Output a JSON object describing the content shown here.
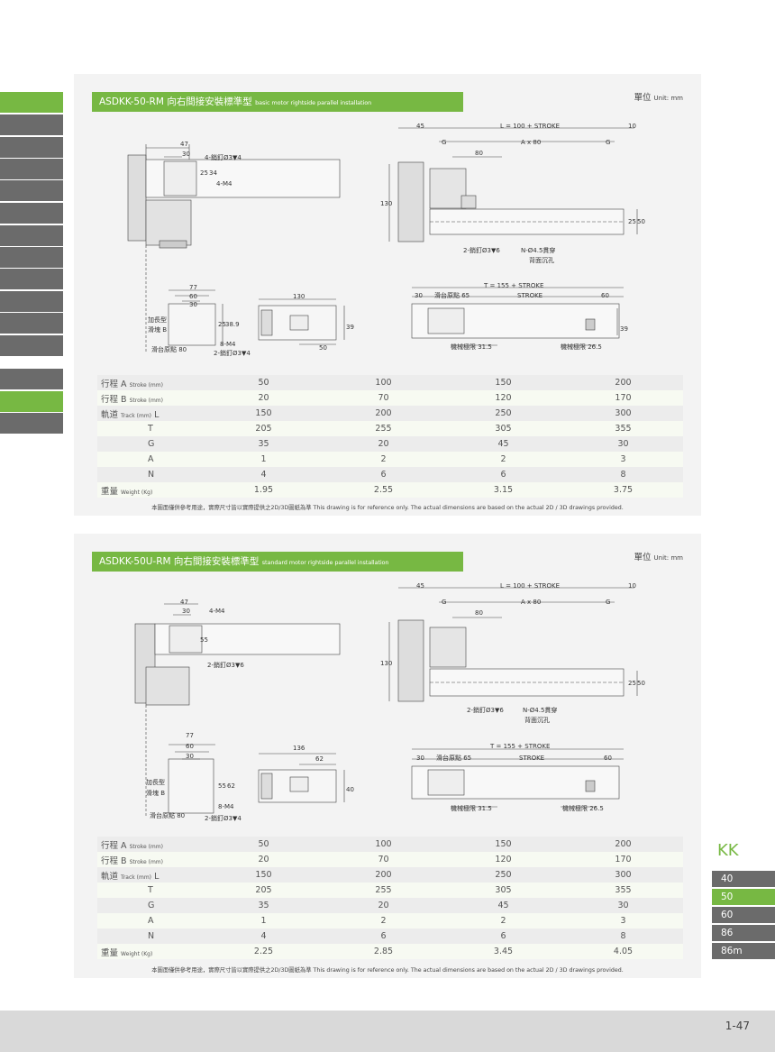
{
  "colors": {
    "accent": "#77b843",
    "tab_gray": "#6b6b6b",
    "panel_bg": "#f3f3f3"
  },
  "note": "本圖面僅供參考用途，實際尺寸皆以實際提供之2D/3D圖紙為準 This drawing is for reference only. The actual dimensions are based on the actual 2D / 3D drawings provided.",
  "unit": {
    "zh": "單位",
    "en": "Unit: mm"
  },
  "row_labels": {
    "strokeA": {
      "zh": "行程 A",
      "en": "Stroke (mm)"
    },
    "strokeB": {
      "zh": "行程 B",
      "en": "Stroke (mm)"
    },
    "track": {
      "zh": "軌道",
      "en": "Track (mm)",
      "sym": "L"
    },
    "T": "T",
    "G": "G",
    "A": "A",
    "N": "N",
    "weight": {
      "zh": "重量",
      "en": "Weight (Kg)"
    }
  },
  "panel1": {
    "title_zh": "ASDKK-50-RM 向右間接安裝標準型",
    "title_en": "basic motor rightside parallel installation",
    "drawing": {
      "top": {
        "d47": "47",
        "d30": "30",
        "pin": "4-銷釘Ø3▼4",
        "d25": "25",
        "d34": "34",
        "m4": "4-M4"
      },
      "side": {
        "d45": "45",
        "L": "L = 100 + STROKE",
        "d10": "10",
        "G1": "G",
        "G2": "G",
        "Ax80": "A x 80",
        "d80": "80",
        "h130": "130",
        "d25": "25",
        "d50": "50",
        "pin": "2-銷釘Ø3▼6",
        "hole": "N-Ø4.5貫穿",
        "cb": "背面沉孔"
      },
      "block": {
        "d77": "77",
        "d60": "60",
        "d30": "30",
        "long": "加長型",
        "slide": "滑塊 B",
        "d25": "25",
        "d389": "38.9",
        "m4": "8-M4",
        "pin": "2-銷釘Ø3▼4",
        "origin": "滑台原點 80"
      },
      "end": {
        "d130": "130",
        "d39": "39",
        "d50": "50"
      },
      "bottom": {
        "T": "T = 155 + STROKE",
        "d30": "30",
        "origin": "滑台原點 65",
        "stroke": "STROKE",
        "d60": "60",
        "d39": "39",
        "lim1": "機械極限 31.5",
        "lim2": "機械極限 26.5"
      }
    },
    "rows": [
      {
        "vals": [
          "50",
          "100",
          "150",
          "200"
        ]
      },
      {
        "vals": [
          "20",
          "70",
          "120",
          "170"
        ]
      },
      {
        "vals": [
          "150",
          "200",
          "250",
          "300"
        ]
      },
      {
        "vals": [
          "205",
          "255",
          "305",
          "355"
        ]
      },
      {
        "vals": [
          "35",
          "20",
          "45",
          "30"
        ]
      },
      {
        "vals": [
          "1",
          "2",
          "2",
          "3"
        ]
      },
      {
        "vals": [
          "4",
          "6",
          "6",
          "8"
        ]
      },
      {
        "vals": [
          "1.95",
          "2.55",
          "3.15",
          "3.75"
        ]
      }
    ]
  },
  "panel2": {
    "title_zh": "ASDKK-50U-RM 向右間接安裝標準型",
    "title_en": "standard motor rightside parallel installation",
    "drawing": {
      "top": {
        "d47": "47",
        "d30": "30",
        "m4": "4-M4",
        "d55": "55",
        "pin": "2-銷釘Ø3▼6"
      },
      "side": {
        "d45": "45",
        "L": "L = 100 + STROKE",
        "d10": "10",
        "G1": "G",
        "G2": "G",
        "Ax80": "A x 80",
        "d80": "80",
        "h130": "130",
        "d25": "25",
        "d50": "50",
        "pin": "2-銷釘Ø3▼6",
        "hole": "N-Ø4.5貫穿",
        "cb": "背面沉孔"
      },
      "block": {
        "d77": "77",
        "d60": "60",
        "d30": "30",
        "long": "加長型",
        "slide": "滑塊 B",
        "d55": "55",
        "d62": "62",
        "m4": "8-M4",
        "pin": "2-銷釘Ø3▼4",
        "origin": "滑台原點 80"
      },
      "end": {
        "d136": "136",
        "d62": "62",
        "d40": "40"
      },
      "bottom": {
        "T": "T = 155 + STROKE",
        "d30": "30",
        "origin": "滑台原點 65",
        "stroke": "STROKE",
        "d60": "60",
        "lim1": "機械極限 31.5",
        "lim2": "機械極限 26.5"
      }
    },
    "rows": [
      {
        "vals": [
          "50",
          "100",
          "150",
          "200"
        ]
      },
      {
        "vals": [
          "20",
          "70",
          "120",
          "170"
        ]
      },
      {
        "vals": [
          "150",
          "200",
          "250",
          "300"
        ]
      },
      {
        "vals": [
          "205",
          "255",
          "305",
          "355"
        ]
      },
      {
        "vals": [
          "35",
          "20",
          "45",
          "30"
        ]
      },
      {
        "vals": [
          "1",
          "2",
          "2",
          "3"
        ]
      },
      {
        "vals": [
          "4",
          "6",
          "6",
          "8"
        ]
      },
      {
        "vals": [
          "2.25",
          "2.85",
          "3.45",
          "4.05"
        ]
      }
    ]
  },
  "side_nav": {
    "series": "KK",
    "sizes": [
      "40",
      "50",
      "60",
      "86",
      "86m"
    ],
    "active_size": "50"
  },
  "page_number": "1-47"
}
